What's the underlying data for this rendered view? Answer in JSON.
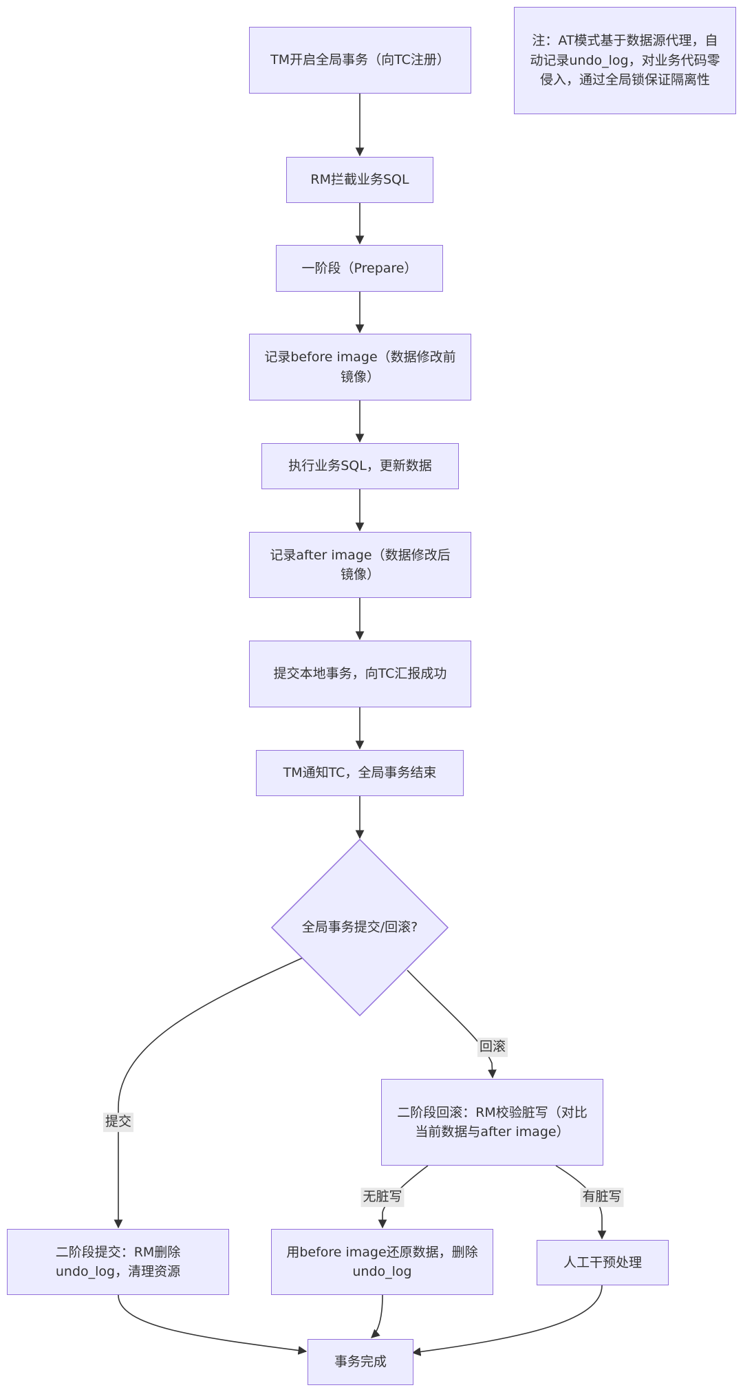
{
  "nodes": {
    "start": "TM开启全局事务（向TC注册）",
    "intercept": "RM拦截业务SQL",
    "phase1": "一阶段（Prepare）",
    "before_image": "记录before image（数据修改前镜像）",
    "execute": "执行业务SQL，更新数据",
    "after_image": "记录after image（数据修改后镜像）",
    "commit_local": "提交本地事务，向TC汇报成功",
    "notify": "TM通知TC，全局事务结束",
    "decision": "全局事务提交/回滚?",
    "phase2_commit": "二阶段提交：RM删除undo_log，清理资源",
    "phase2_rollback": "二阶段回滚：RM校验脏写（对比当前数据与after image）",
    "restore": "用before image还原数据，删除undo_log",
    "manual": "人工干预处理",
    "done": "事务完成",
    "note": "注：AT模式基于数据源代理，自动记录undo_log，对业务代码零侵入，通过全局锁保证隔离性"
  },
  "edge_labels": {
    "commit": "提交",
    "rollback": "回滚",
    "no_dirty": "无脏写",
    "dirty": "有脏写"
  },
  "colors": {
    "node_fill": "#ECECFF",
    "node_border": "#9370DB",
    "edge": "#333333",
    "label_bg": "#e8e8e8"
  }
}
